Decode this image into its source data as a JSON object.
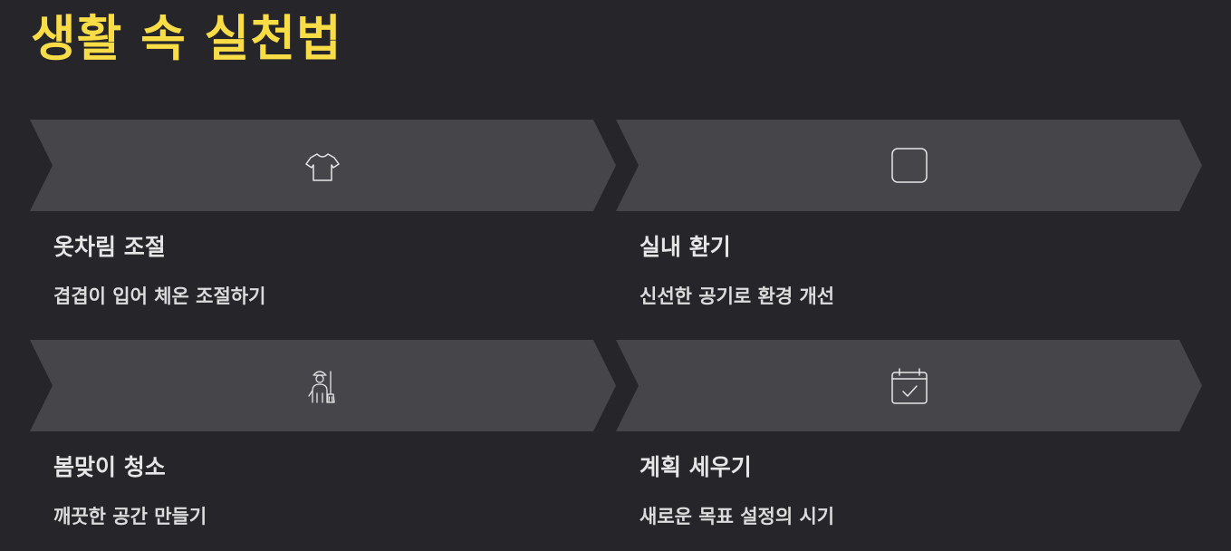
{
  "title": "생활 속 실천법",
  "colors": {
    "background": "#26252a",
    "title": "#f9dd47",
    "banner": "#46454a",
    "icon_stroke": "#e6e6e6",
    "text": "#e6e6e6"
  },
  "cards": [
    {
      "icon": "t-shirt-icon",
      "title": "옷차림 조절",
      "desc": "겹겹이 입어 체온 조절하기"
    },
    {
      "icon": "square-icon",
      "title": "실내 환기",
      "desc": "신선한 공기로 환경 개선"
    },
    {
      "icon": "cleaner-icon",
      "title": "봄맞이 청소",
      "desc": "깨끗한 공간 만들기"
    },
    {
      "icon": "calendar-check-icon",
      "title": "계획 세우기",
      "desc": "새로운 목표 설정의 시기"
    }
  ]
}
